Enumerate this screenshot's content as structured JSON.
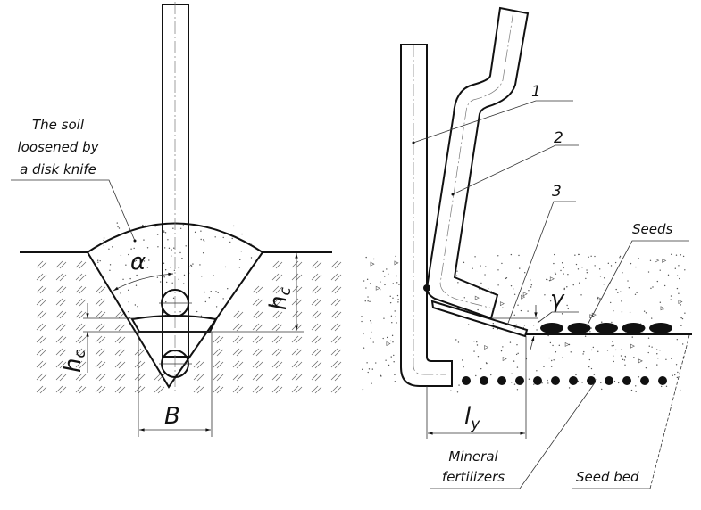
{
  "left_figure": {
    "soil_label": [
      "The soil",
      "loosened by",
      "a disk knife"
    ],
    "angle_symbol": "α",
    "depth_symbol_right": "h",
    "depth_symbol_left": "h",
    "depth_subscript": "c",
    "width_symbol": "B"
  },
  "right_figure": {
    "part_labels": [
      "1",
      "2",
      "3"
    ],
    "angle_symbol": "γ",
    "length_symbol": "l",
    "length_subscript": "y",
    "seeds_label": "Seeds",
    "fertilizer_label": [
      "Mineral",
      "fertilizers"
    ],
    "seed_bed_label": "Seed bed",
    "seed_count": 5,
    "fertilizer_dot_count": 12
  }
}
